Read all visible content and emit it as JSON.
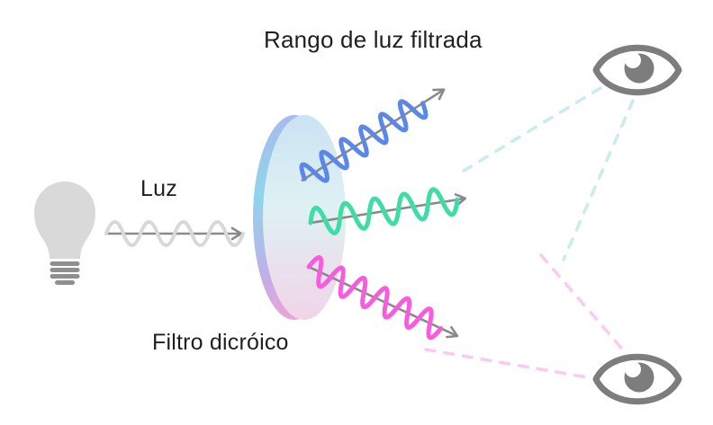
{
  "diagram": {
    "title": "Rango de luz filtrada",
    "labels": {
      "source": "Luz",
      "filter": "Filtro dicróico"
    },
    "icons": {
      "source": "light-bulb-icon",
      "observer_top": "eye-icon",
      "observer_bottom": "eye-icon"
    }
  },
  "colors": {
    "text": "#1f1f1f",
    "arrow_gray": "#8a8a8a",
    "incident_wave": "#d8d8d8",
    "wave_blue": "#5b87e8",
    "wave_green": "#3edda4",
    "wave_magenta": "#f95bde",
    "dash_cyan": "#c9ecef",
    "dash_pink": "#fbc9f1",
    "eye_gray": "#7d7d7d",
    "bulb_glass": "#d9d9d9",
    "bulb_base": "#8f8f8f",
    "filter_face_top": "#cae3f3",
    "filter_face_mid": "#dff1f3",
    "filter_face_bottom": "#f1d4e8",
    "filter_rim_top": "#a8bbec",
    "filter_rim_mid": "#8ed5ec",
    "filter_rim_violet": "#c0afe8",
    "filter_rim_bottom": "#eda2da"
  }
}
